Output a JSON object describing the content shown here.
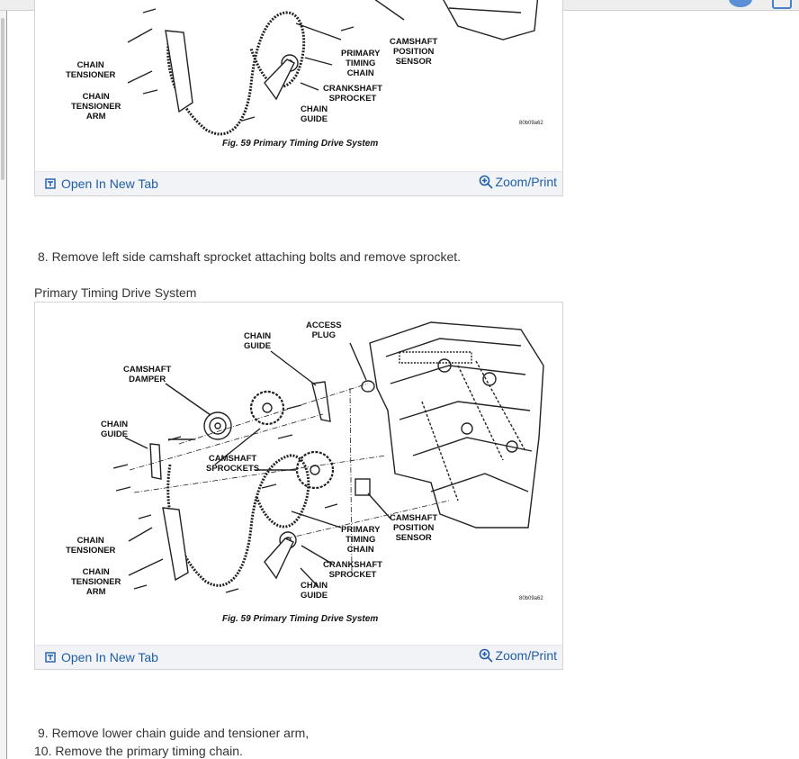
{
  "figure_top": {
    "caption": "Fig. 59 Primary Timing Drive System",
    "part_no": "80b09a62",
    "labels": {
      "chain_tensioner": "CHAIN\nTENSIONER",
      "chain_tensioner_arm": "CHAIN\nTENSIONER\nARM",
      "primary_timing_chain": "PRIMARY\nTIMING\nCHAIN",
      "camshaft_position_sensor": "CAMSHAFT\nPOSITION\nSENSOR",
      "crankshaft_sprocket": "CRANKSHAFT\nSPROCKET",
      "chain_guide": "CHAIN\nGUIDE"
    },
    "open_label": "Open In New Tab",
    "zoom_label": "Zoom/Print"
  },
  "step8": "8. Remove left side camshaft sprocket attaching bolts and remove sprocket.",
  "section_title": "Primary Timing Drive System",
  "figure_main": {
    "caption": "Fig. 59 Primary Timing Drive System",
    "part_no": "80b09a62",
    "labels": {
      "access_plug": "ACCESS\nPLUG",
      "chain_guide_top": "CHAIN\nGUIDE",
      "camshaft_damper": "CAMSHAFT\nDAMPER",
      "chain_guide_left": "CHAIN\nGUIDE",
      "camshaft_sprockets": "CAMSHAFT\nSPROCKETS",
      "chain_tensioner": "CHAIN\nTENSIONER",
      "chain_tensioner_arm": "CHAIN\nTENSIONER\nARM",
      "primary_timing_chain": "PRIMARY\nTIMING\nCHAIN",
      "camshaft_position_sensor": "CAMSHAFT\nPOSITION\nSENSOR",
      "crankshaft_sprocket": "CRANKSHAFT\nSPROCKET",
      "chain_guide_bottom": "CHAIN\nGUIDE"
    },
    "open_label": "Open In New Tab",
    "zoom_label": "Zoom/Print"
  },
  "step9": "9. Remove lower chain guide and tensioner arm,",
  "step10": "10. Remove the primary timing chain.",
  "colors": {
    "link": "#1f5ea8",
    "footer_bg": "#f1f3f6",
    "text": "#333333"
  }
}
